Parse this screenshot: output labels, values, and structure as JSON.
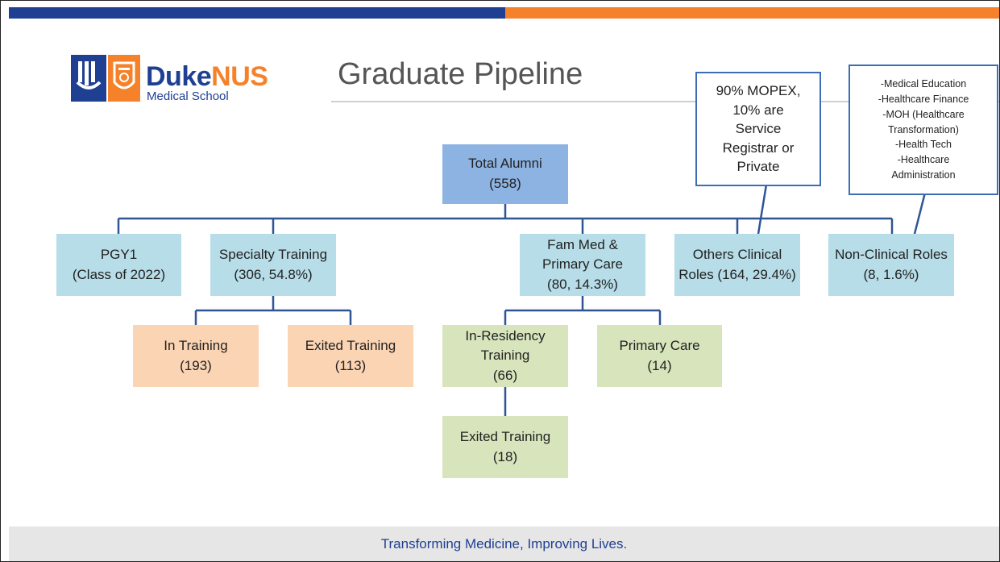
{
  "colors": {
    "brand_blue": "#1f3f93",
    "brand_orange": "#f5822a",
    "box_blue_dark": "#8db3e2",
    "box_blue_light": "#b7dde8",
    "box_orange": "#fbd4b4",
    "box_green": "#d7e4bc",
    "callout_border": "#3d6eb4"
  },
  "logo": {
    "brand_part1": "Duke",
    "brand_part2": "NUS",
    "subtitle": "Medical School"
  },
  "title": "Graduate Pipeline",
  "nodes": {
    "total": "Total Alumni\n(558)",
    "pgy1": "PGY1\n(Class of 2022)",
    "specialty": "Specialty Training\n(306, 54.8%)",
    "fammed": "Fam Med &\nPrimary Care\n(80, 14.3%)",
    "others": "Others Clinical\nRoles (164, 29.4%)",
    "nonclinical": "Non-Clinical Roles\n(8, 1.6%)",
    "in_training": "In Training\n(193)",
    "exited_training": "Exited Training\n(113)",
    "in_residency": "In-Residency\nTraining\n(66)",
    "primary_care": "Primary Care\n(14)",
    "exited_training_2": "Exited Training\n(18)"
  },
  "callouts": {
    "others_note": "90% MOPEX,\n10% are\nService\nRegistrar or\nPrivate",
    "nonclinical_note": "-Medical Education\n-Healthcare Finance\n-MOH (Healthcare\nTransformation)\n-Health Tech\n-Healthcare\nAdministration"
  },
  "footer": "Transforming Medicine, Improving Lives."
}
